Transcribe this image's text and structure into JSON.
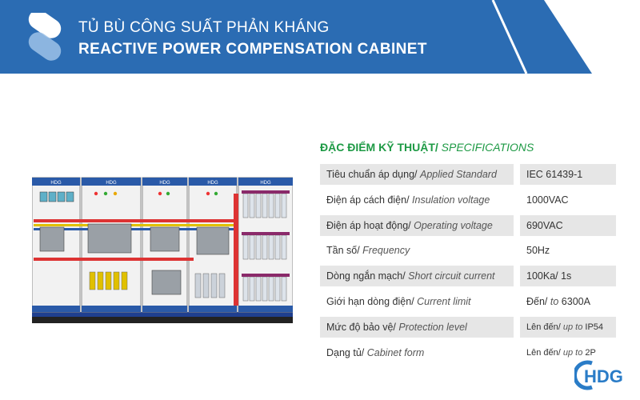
{
  "header": {
    "title_vn": "TỦ BÙ CÔNG SUẤT PHẢN KHÁNG",
    "title_en": "REACTIVE POWER COMPENSATION CABINET"
  },
  "cabinet": {
    "brand_labels": [
      "HDG",
      "HDG",
      "HDG",
      "HDG",
      "HDG"
    ]
  },
  "specs": {
    "heading_vn": "ĐẶC ĐIỂM KỸ THUẬT/",
    "heading_en": " SPECIFICATIONS",
    "rows": [
      {
        "label_vn": "Tiêu chuẩn áp dụng/ ",
        "label_en": "Applied Standard",
        "value_prefix": "",
        "value_en": "",
        "value": "IEC 61439-1"
      },
      {
        "label_vn": "Điện áp cách điện/ ",
        "label_en": "Insulation voltage",
        "value_prefix": "",
        "value_en": "",
        "value": "1000VAC"
      },
      {
        "label_vn": "Điện áp hoạt động/ ",
        "label_en": "Operating voltage",
        "value_prefix": "",
        "value_en": "",
        "value": "690VAC"
      },
      {
        "label_vn": "Tần số/ ",
        "label_en": "Frequency",
        "value_prefix": "",
        "value_en": "",
        "value": "50Hz"
      },
      {
        "label_vn": "Dòng ngắn mạch/ ",
        "label_en": "Short circuit current",
        "value_prefix": "",
        "value_en": "",
        "value": "100Ka/ 1s"
      },
      {
        "label_vn": "Giới hạn dòng điện/ ",
        "label_en": "Current limit",
        "value_prefix": "Đến/ ",
        "value_en": "to ",
        "value": "6300A"
      },
      {
        "label_vn": "Mức độ bảo vệ/ ",
        "label_en": "Protection level",
        "value_prefix": "Lên đến/ ",
        "value_en": "up to ",
        "value": "IP54"
      },
      {
        "label_vn": "Dạng tủ/ ",
        "label_en": "Cabinet form",
        "value_prefix": "Lên đến/ ",
        "value_en": "up to ",
        "value": "2P"
      }
    ]
  },
  "logo": {
    "text": "HDG"
  },
  "colors": {
    "header_bg": "#2b6cb3",
    "heading_green": "#1e9a45",
    "row_shade": "#e6e6e6",
    "logo_blue": "#2a7cc7"
  }
}
